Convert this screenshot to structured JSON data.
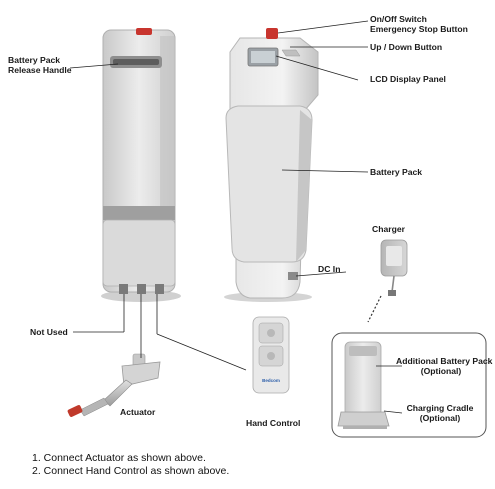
{
  "labels": {
    "battery_pack_release_handle": [
      "Battery Pack",
      "Release Handle"
    ],
    "on_off_switch": "On/Off Switch",
    "emergency_stop_button": "Emergency Stop Button",
    "up_down_button": "Up / Down Button",
    "lcd_display_panel": "LCD Display Panel",
    "battery_pack": "Battery Pack",
    "charger": "Charger",
    "dc_in": "DC In",
    "not_used": "Not Used",
    "actuator": "Actuator",
    "hand_control": "Hand Control",
    "additional_battery_pack": [
      "Additional Battery Pack",
      "(Optional)"
    ],
    "charging_cradle": [
      "Charging Cradle",
      "(Optional)"
    ]
  },
  "hand_control_brand": "Bedcom",
  "instructions": [
    "1. Connect Actuator as shown above.",
    "2. Connect Hand Control as shown above."
  ],
  "colors": {
    "device_body": "#d8d8d8",
    "device_shadow": "#a9a9a9",
    "emergency_button": "#c8352e",
    "actuator_tip": "#c0392b",
    "leader_line": "#222222"
  }
}
